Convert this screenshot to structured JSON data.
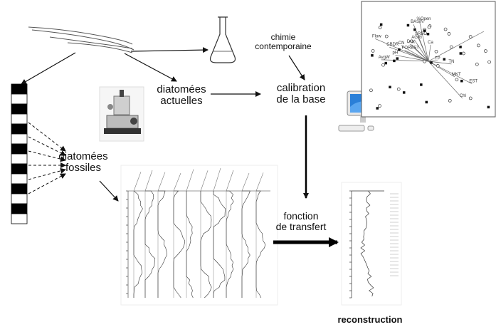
{
  "labels": {
    "chimie": "chimie contemporaine",
    "diatomees_actuelles": "diatomées actuelles",
    "calibration": "calibration de la base",
    "diatomees_fossiles": "diatomées fossiles",
    "fonction": "fonction de transfert",
    "reconstruction": "reconstruction"
  },
  "ordination_labels": [
    "%Open",
    "BASIN",
    "AGRI",
    "DO",
    "FOREST",
    "AvgW",
    "pH",
    "Flow",
    "CBDR",
    "CN",
    "Alk",
    "SRBO",
    "Ca",
    "TP",
    "TN",
    "MKT",
    "EST",
    "Chl"
  ],
  "colors": {
    "line": "#111111",
    "bar_dark": "#000000",
    "bar_light": "#ffffff",
    "screen_blue": "#2a7fd8"
  }
}
